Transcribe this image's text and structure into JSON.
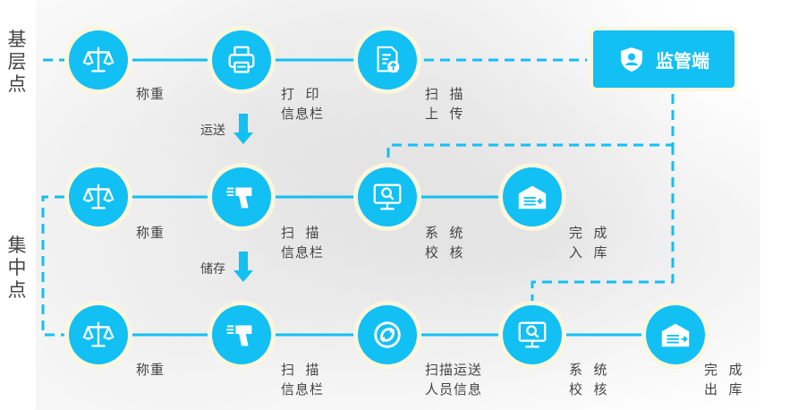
{
  "sections": {
    "grassroots": "基\n层\n点",
    "central": "集\n中\n点"
  },
  "monitor": {
    "label": "监管端"
  },
  "row1": [
    {
      "icon": "scale-icon",
      "caption": "称重"
    },
    {
      "icon": "printer-icon",
      "caption": "打  印\n信息栏"
    },
    {
      "icon": "upload-document-icon",
      "caption": "扫  描\n上  传"
    }
  ],
  "row2": [
    {
      "icon": "scale-icon",
      "caption": "称重"
    },
    {
      "icon": "scanner-gun-icon",
      "caption": "扫  描\n信息栏"
    },
    {
      "icon": "monitor-search-icon",
      "caption": "系  统\n校  核"
    },
    {
      "icon": "warehouse-in-icon",
      "caption": "完  成\n入  库"
    }
  ],
  "row3": [
    {
      "icon": "scale-icon",
      "caption": "称重"
    },
    {
      "icon": "scanner-gun-icon",
      "caption": "扫  描\n信息栏"
    },
    {
      "icon": "recycle-icon",
      "caption": "扫描运送\n人员信息"
    },
    {
      "icon": "monitor-search-icon",
      "caption": "系  统\n校  核"
    },
    {
      "icon": "warehouse-out-icon",
      "caption": "完  成\n出  库"
    }
  ],
  "transitions": {
    "transport": "运送",
    "storage": "储存"
  },
  "colors": {
    "node": "#12c0f3",
    "ring": "#fbf6dc",
    "line": "#12c0f3"
  }
}
